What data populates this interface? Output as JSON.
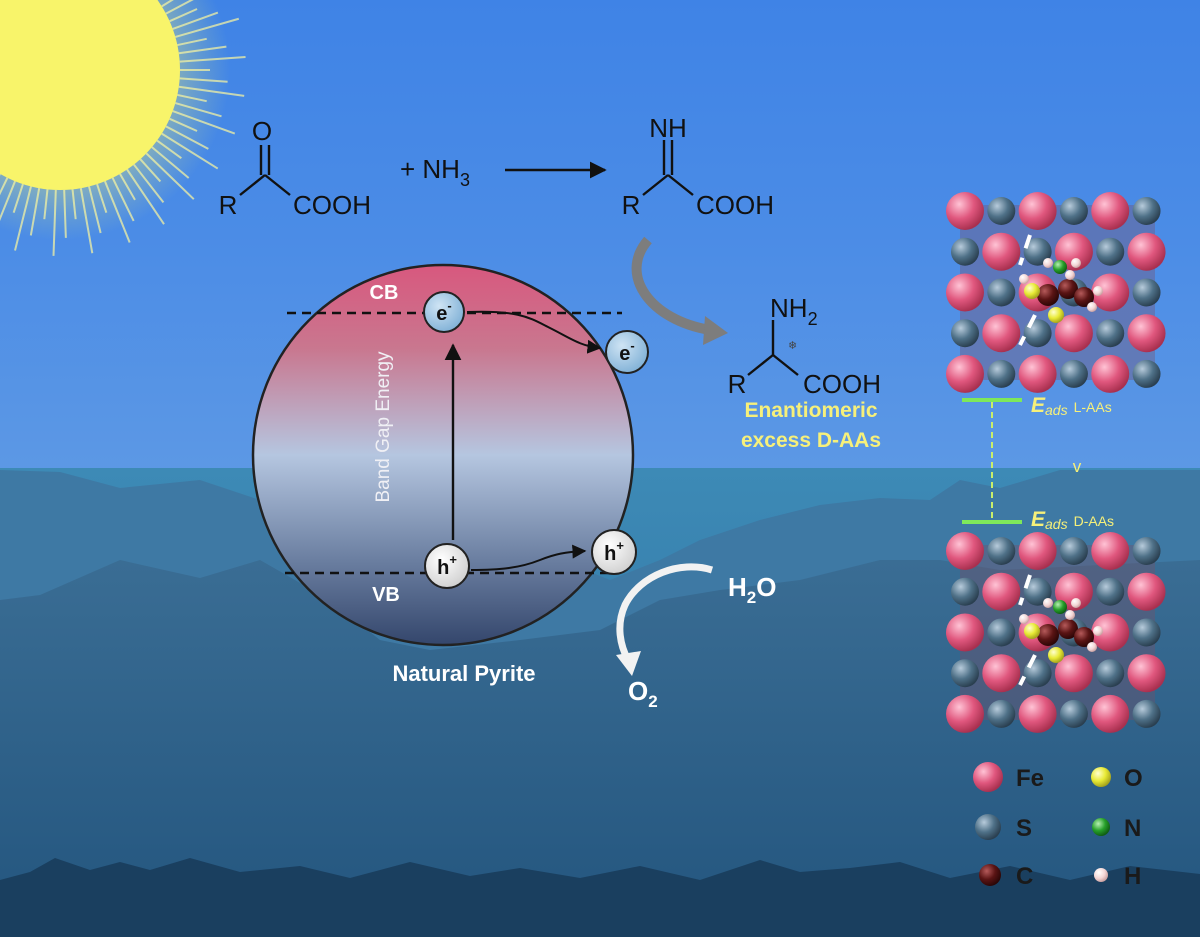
{
  "reaction": {
    "reactant_o": "O",
    "reactant_r": "R",
    "reactant_cooh": "COOH",
    "plus": "+ NH",
    "nh3_sub": "3",
    "product_nh": "NH",
    "product_r": "R",
    "product_cooh": "COOH",
    "amino_nh": "NH",
    "amino_sub": "2",
    "amino_r": "R",
    "amino_cooh": "COOH",
    "chiral_mark": "❄",
    "ee_line1": "Enantiomeric",
    "ee_line2": "excess D-AAs"
  },
  "pyrite": {
    "cb": "CB",
    "vb": "VB",
    "band_gap": "Band Gap Energy",
    "electron": "e",
    "electron_sup": "-",
    "hole": "h",
    "hole_sup": "+",
    "label": "Natural Pyrite"
  },
  "water": {
    "h2o_h": "H",
    "h2o_sub": "2",
    "h2o_o": "O",
    "o2_o": "O",
    "o2_sub": "2"
  },
  "adsorption": {
    "e_ads": "E",
    "ads_sub": "ads",
    "laas": "L-AAs",
    "daas": "D-AAs",
    "comparison": "v"
  },
  "legend": {
    "items": [
      {
        "label": "Fe",
        "color": "#e0577e"
      },
      {
        "label": "O",
        "color": "#e8ea35"
      },
      {
        "label": "S",
        "color": "#4f7188"
      },
      {
        "label": "N",
        "color": "#27a02a"
      },
      {
        "label": "C",
        "color": "#5a1414"
      },
      {
        "label": "H",
        "color": "#f3d6d6"
      }
    ]
  },
  "colors": {
    "accent_yellow": "#f6f07a",
    "level_green": "#7ee85a",
    "fe": "#e0577e",
    "s": "#4f7188",
    "c": "#5a1414",
    "o": "#e8ea35",
    "n": "#27a02a",
    "h": "#f3d6d6"
  }
}
